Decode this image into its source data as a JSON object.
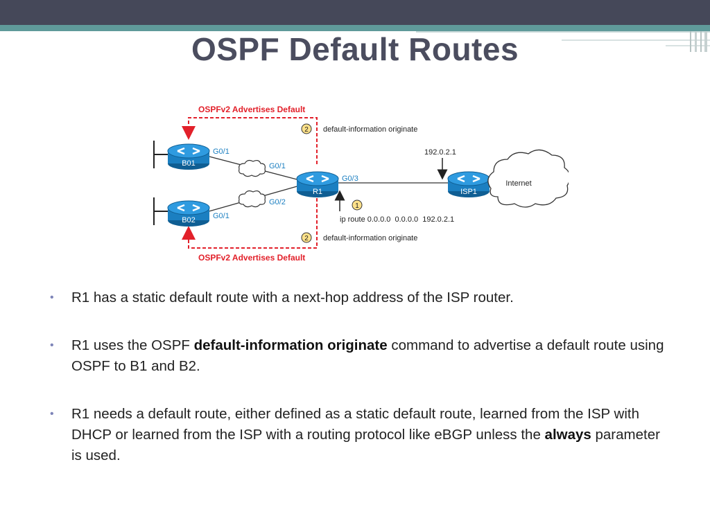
{
  "slide": {
    "title": "OSPF Default Routes"
  },
  "diagram": {
    "routers": {
      "b01": "B01",
      "b02": "B02",
      "r1": "R1",
      "isp1": "ISP1"
    },
    "interfaces": {
      "b01_g01": "G0/1",
      "r1_g01": "G0/1",
      "r1_g02": "G0/2",
      "b02_g01": "G0/1",
      "r1_g03": "G0/3"
    },
    "isp_address": "192.0.2.1",
    "cloud_label": "Internet",
    "step1_number": "1",
    "step1_command": "ip route 0.0.0.0  0.0.0.0  192.0.2.1",
    "step2_number": "2",
    "step2_command": "default-information originate",
    "advertise_top": "OSPFv2 Advertises Default",
    "advertise_bottom": "OSPFv2 Advertises Default",
    "red_color": "#e2202a",
    "router_color": "#1b7fc1"
  },
  "bullets": {
    "b1": "R1 has a static default route with a next-hop address of the ISP router.",
    "b2_pre": "R1 uses the OSPF ",
    "b2_bold": "default-information originate",
    "b2_post": " command to advertise a default route using OSPF to B1 and B2.",
    "b3_pre": "R1 needs a default route, either defined as a static default route, learned from the ISP with DHCP or learned from the ISP with a routing protocol like eBGP unless the ",
    "b3_bold": "always",
    "b3_post": " parameter is used."
  },
  "bullet_symbol": "•"
}
